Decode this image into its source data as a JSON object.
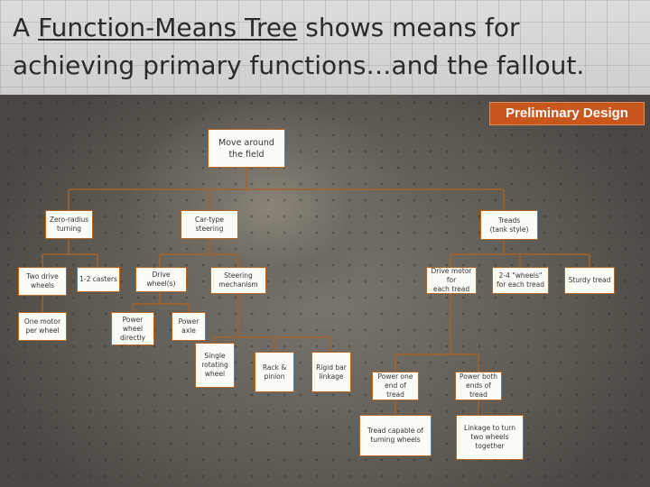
{
  "slide": {
    "title_pre": "A ",
    "title_link": "Function-Means Tree",
    "title_post": " shows means for achieving primary functions…and the fallout.",
    "badge": "Preliminary Design",
    "accent_color": "#c8561d",
    "border_color": "#b8651f"
  },
  "nodes": {
    "move": "Move around\nthe field",
    "zero_radius": "Zero-radius\nturning",
    "car_steering": "Car-type\nsteering",
    "treads": "Treads\n(tank style)",
    "two_drive": "Two drive\nwheels",
    "casters": "1-2 casters",
    "drive_wheels": "Drive wheel(s)",
    "steering_mech": "Steering\nmechanism",
    "motor_each_tread": "Drive motor for\neach tread",
    "wheels_each_tread": "2-4 \"wheels\"\nfor each tread",
    "sturdy_tread": "Sturdy tread",
    "motor_per_wheel": "One motor\nper wheel",
    "power_wheel": "Power\nwheel\ndirectly",
    "power_axle": "Power\naxle",
    "single_wheel": "Single\nrotating\nwheel",
    "rack_pinion": "Rack &\npinion",
    "rigid_bar": "Rigid bar\nlinkage",
    "power_one_end": "Power one\nend of\ntread",
    "power_both_ends": "Power both\nends of\ntread",
    "tread_capable": "Tread capable of\nturning wheels",
    "linkage_turn": "Linkage to turn\ntwo wheels\ntogether"
  }
}
